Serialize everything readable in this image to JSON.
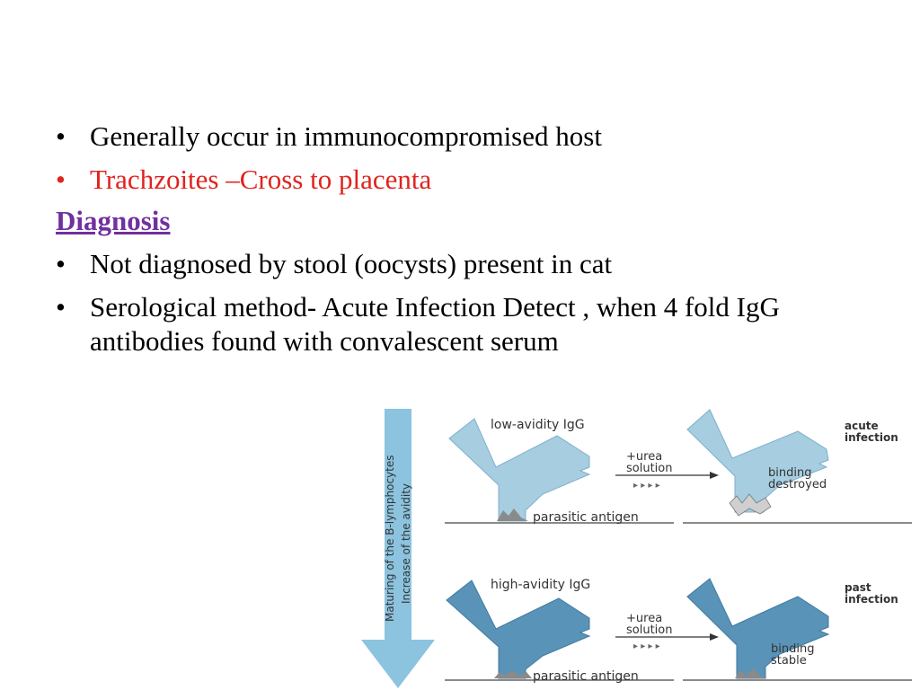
{
  "bullets": [
    {
      "text": "Generally occur in immunocompromised host",
      "color": "#000000"
    },
    {
      "text": "Trachzoites –Cross to placenta",
      "color": "#e0231d"
    }
  ],
  "heading": "Diagnosis",
  "bullets2": [
    {
      "text": "Not diagnosed by stool (oocysts) present in cat"
    },
    {
      "text": "Serological method- Acute Infection Detect , when 4 fold IgG antibodies found with convalescent serum"
    }
  ],
  "bullet_glyph": "•",
  "diagram": {
    "arrow_line1": "Maturing of the B-lymphocytes",
    "arrow_line2": "Increase of the avidity",
    "top": {
      "antibody_label": "low-avidity IgG",
      "urea_line1": "+urea",
      "urea_line2": "solution",
      "antigen_label": "parasitic antigen",
      "result_line1": "binding",
      "result_line2": "destroyed",
      "status_line1": "acute",
      "status_line2": "infection"
    },
    "bottom": {
      "antibody_label": "high-avidity IgG",
      "urea_line1": "+urea",
      "urea_line2": "solution",
      "antigen_label": "parasitic antigen",
      "result_line1": "binding",
      "result_line2": "stable",
      "status_line1": "past",
      "status_line2": "infection"
    },
    "colors": {
      "light_antibody": "#a6cde0",
      "dark_antibody": "#5a93b8",
      "arrow": "#8cc3df",
      "antigen": "#8a8a8a"
    }
  }
}
